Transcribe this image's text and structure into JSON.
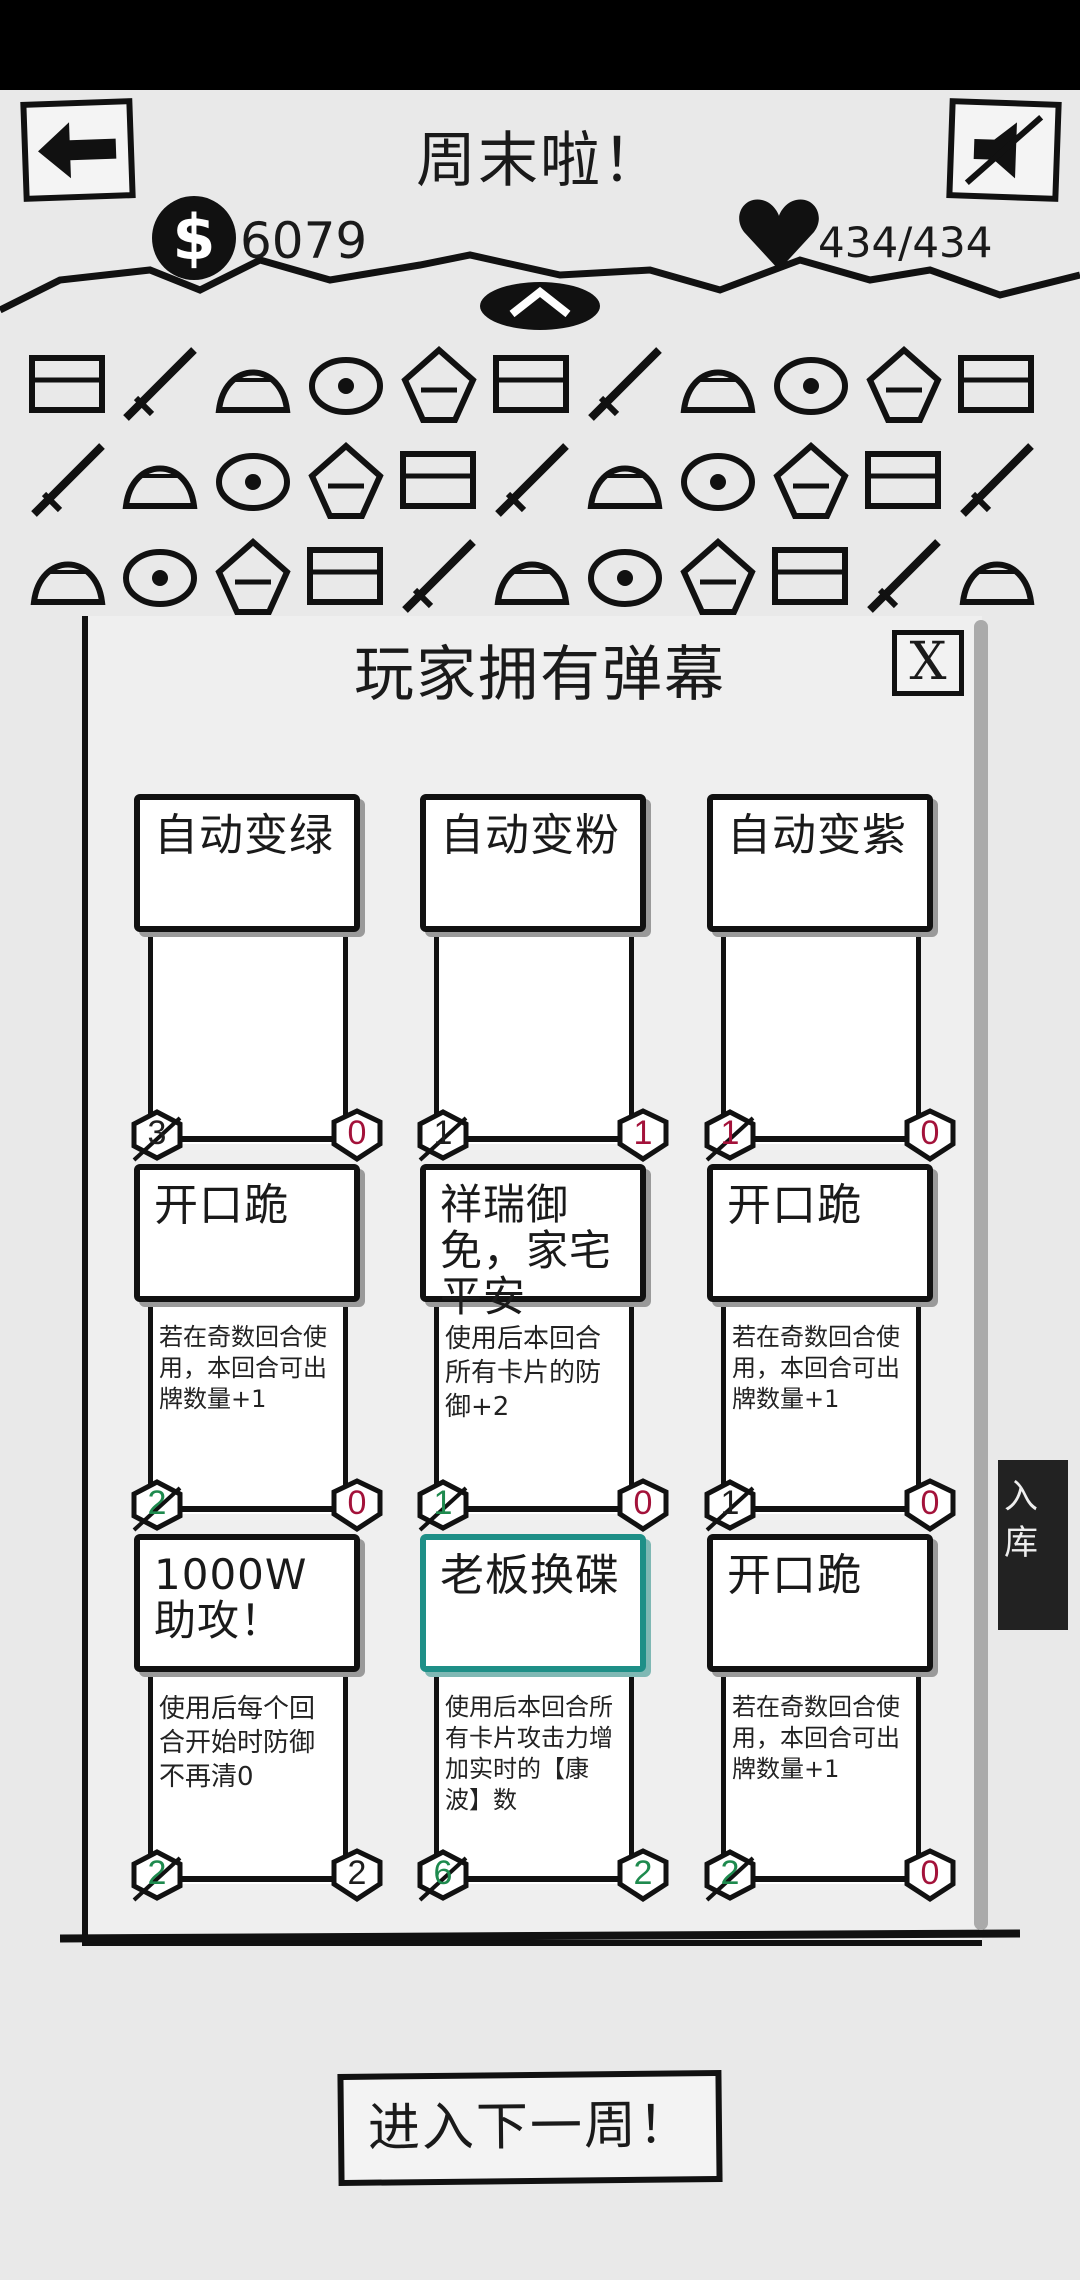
{
  "header": {
    "title": "周末啦！",
    "money": "6079",
    "money_symbol": "$",
    "hp": "434/434",
    "back_icon": "back-arrow-icon",
    "sound_icon": "sound-muted-icon",
    "collapse_icon": "chevron-up-icon"
  },
  "panel": {
    "title": "玩家拥有弹幕",
    "close_label": "X"
  },
  "side": {
    "partial_label_1": "入",
    "partial_label_2": "库"
  },
  "cards": [
    {
      "name": "自动变绿",
      "desc": "",
      "left_value": "3",
      "left_color": "black",
      "right_value": "0",
      "right_color": "red",
      "highlight": false
    },
    {
      "name": "自动变粉",
      "desc": "",
      "left_value": "1",
      "left_color": "black",
      "right_value": "1",
      "right_color": "red",
      "highlight": false
    },
    {
      "name": "自动变紫",
      "desc": "",
      "left_value": "1",
      "left_color": "red",
      "right_value": "0",
      "right_color": "red",
      "highlight": false
    },
    {
      "name": "开口跪",
      "desc": "若在奇数回合使用，本回合可出牌数量+1",
      "left_value": "2",
      "left_color": "green",
      "right_value": "0",
      "right_color": "red",
      "highlight": false
    },
    {
      "name": "祥瑞御免，家宅平安",
      "desc": "使用后本回合所有卡片的防御+2",
      "left_value": "1",
      "left_color": "green",
      "right_value": "0",
      "right_color": "red",
      "highlight": false
    },
    {
      "name": "开口跪",
      "desc": "若在奇数回合使用，本回合可出牌数量+1",
      "left_value": "1",
      "left_color": "black",
      "right_value": "0",
      "right_color": "red",
      "highlight": false
    },
    {
      "name": "1000W助攻！",
      "desc": "使用后每个回合开始时防御不再清0",
      "left_value": "2",
      "left_color": "green",
      "right_value": "2",
      "right_color": "black",
      "highlight": false
    },
    {
      "name": "老板换碟",
      "desc": "使用后本回合所有卡片攻击力增加实时的【康波】数",
      "left_value": "6",
      "left_color": "green",
      "right_value": "2",
      "right_color": "green",
      "highlight": true
    },
    {
      "name": "开口跪",
      "desc": "若在奇数回合使用，本回合可出牌数量+1",
      "left_value": "2",
      "left_color": "green",
      "right_value": "0",
      "right_color": "red",
      "highlight": false
    }
  ],
  "footer": {
    "next_week_label": "进入下一周！"
  },
  "colors": {
    "background": "#e9e9e9",
    "ink": "#111111",
    "green": "#1e8a4e",
    "red": "#a3123a",
    "teal": "#1e8f87"
  },
  "item_icons": [
    "mahjong-icon",
    "washing-machine-icon",
    "robe-icon",
    "bicycle-icon",
    "poster-icon",
    "ring-icon",
    "sword-icon",
    "dart-icon",
    "dart-icon",
    "fish-icon",
    "blade-icon",
    "cup-icon",
    "bowl-icon",
    "skewer-icon",
    "helmet-icon",
    "scroll-icon",
    "broom-icon",
    "sign-icon",
    "glasses-icon",
    "kite-icon",
    "rice-bowl-icon",
    "fan-icon",
    "dagger-icon",
    "lock-icon",
    "staff-icon",
    "cloth-icon",
    "mask-icon",
    "tank-top-icon",
    "guitar-icon",
    "cat-icon",
    "duck-icon",
    "trash-can-icon",
    "rabbit-icon"
  ]
}
